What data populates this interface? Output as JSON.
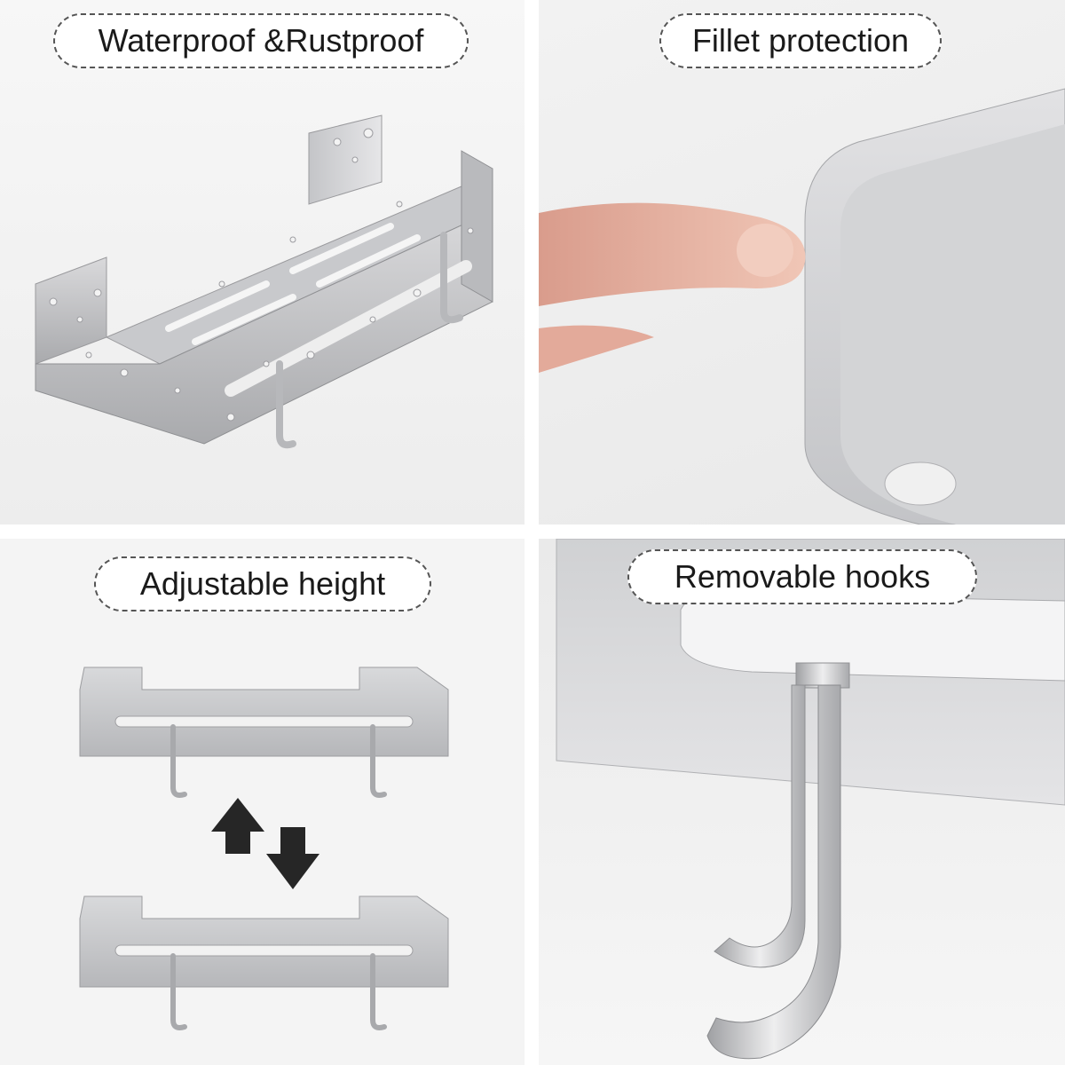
{
  "panels": [
    {
      "label": "Waterproof &Rustproof"
    },
    {
      "label": "Fillet protection"
    },
    {
      "label": "Adjustable height"
    },
    {
      "label": "Removable hooks"
    }
  ]
}
